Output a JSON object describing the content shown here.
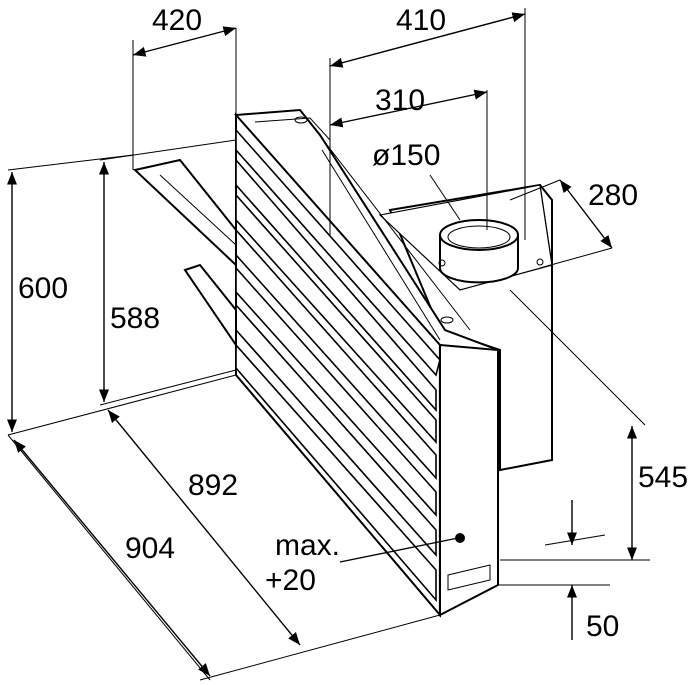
{
  "dimensions": {
    "width_top": "420",
    "width_outer": "410",
    "depth_to_spigot": "310",
    "spigot_diameter": "ø150",
    "spigot_depth": "280",
    "height_outer": "600",
    "height_inner": "588",
    "length_outer": "904",
    "length_inner": "892",
    "height_body": "545",
    "clearance": "50",
    "tolerance_line1": "max.",
    "tolerance_line2": "+20"
  }
}
